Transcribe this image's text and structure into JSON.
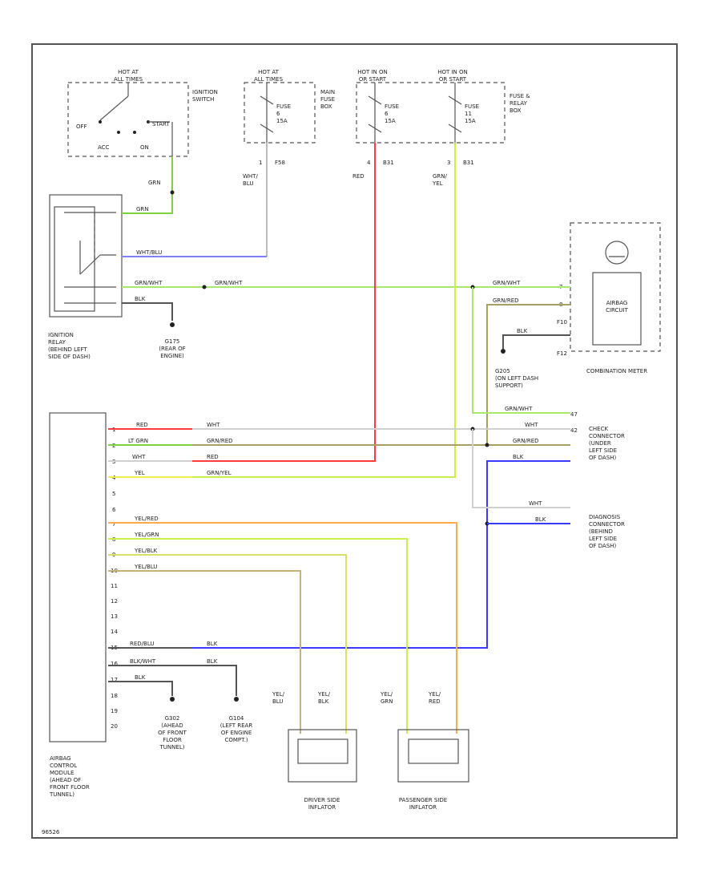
{
  "labels": {
    "hot_all_times_1": "HOT AT\nALL TIMES",
    "ignition_switch": "IGNITION\nSWITCH",
    "off": "OFF",
    "acc": "ACC",
    "on": "ON",
    "start": "START",
    "hot_all_times_2": "HOT AT\nALL TIMES",
    "main_fuse_box": "MAIN\nFUSE\nBOX",
    "fuse_main": "FUSE\n6\n15A",
    "hot_in_on_1": "HOT IN ON\nOR START",
    "hot_in_on_2": "HOT IN ON\nOR START",
    "fuse_6": "FUSE\n6\n15A",
    "fuse_11": "FUSE\n11\n15A",
    "fuse_relay_box": "FUSE &\nRELAY\nBOX",
    "conn_1": "1",
    "conn_f58": "F58",
    "conn_4": "4",
    "conn_b31a": "B31",
    "conn_3": "3",
    "conn_b31b": "B31",
    "wht_blu": "WHT/\nBLU",
    "red": "RED",
    "grn_yel": "GRN/\nYEL",
    "grn": "GRN",
    "grn_r": "GRN",
    "wht_blu_r": "WHT/BLU",
    "grn_wht_r": "GRN/WHT",
    "blk_r": "BLK",
    "grn_wht_w": "GRN/WHT",
    "ignition_relay": "IGNITION\nRELAY\n(BEHIND LEFT\nSIDE OF DASH)",
    "g175": "G175\n(REAR OF\nENGINE)",
    "combination_meter": "COMBINATION METER",
    "airbag_circuit": "AIRBAG\nCIRCUIT",
    "cm_grn_wht": "GRN/WHT",
    "cm_grn_red": "GRN/RED",
    "cm_blk": "BLK",
    "cm_7": "7",
    "cm_8": "8",
    "cm_f10": "F10",
    "cm_f12": "F12",
    "g205": "G205\n(ON LEFT DASH\nSUPPORT)",
    "check_connector": "CHECK\nCONNECTOR\n(UNDER\nLEFT SIDE\nOF DASH)",
    "cc_grn_wht": "GRN/WHT",
    "cc_47": "47",
    "cc_wht": "WHT",
    "cc_42": "42",
    "cc_grn_red": "GRN/RED",
    "cc_blk": "BLK",
    "diag_connector": "DIAGNOSIS\nCONNECTOR\n(BEHIND\nLEFT SIDE\nOF DASH)",
    "dc_wht": "WHT",
    "dc_blk": "BLK",
    "airbag_module": "AIRBAG\nCONTROL\nMODULE\n(AHEAD OF\nFRONT FLOOR\nTUNNEL)",
    "g302": "G302\n(AHEAD\nOF FRONT\nFLOOR\nTUNNEL)",
    "g104": "G104\n(LEFT REAR\nOF ENGINE\nCOMPT.)",
    "driver_inflator": "DRIVER SIDE\nINFLATOR",
    "passenger_inflator": "PASSENGER SIDE\nINFLATOR",
    "yel_blu_d": "YEL/\nBLU",
    "yel_blk_d": "YEL/\nBLK",
    "yel_grn_p": "YEL/\nGRN",
    "yel_red_p": "YEL/\nRED",
    "m_red": "RED",
    "m_lt_grn": "LT GRN",
    "m_wht": "WHT",
    "m_yel": "YEL",
    "m_wht_w": "WHT",
    "m_grn_red_w": "GRN/RED",
    "m_red_w": "RED",
    "m_grn_yel_w": "GRN/YEL",
    "m_yel_red": "YEL/RED",
    "m_yel_grn": "YEL/GRN",
    "m_yel_blk": "YEL/BLK",
    "m_yel_blu": "YEL/BLU",
    "m_red_blu": "RED/BLU",
    "m_blk_wht": "BLK/WHT",
    "m_blk": "BLK",
    "m_blk_w1": "BLK",
    "m_blk_w2": "BLK",
    "pin_1": "1",
    "pin_2": "2",
    "pin_3": "3",
    "pin_4": "4",
    "pin_5": "5",
    "pin_6": "6",
    "pin_7": "7",
    "pin_8": "8",
    "pin_9": "9",
    "pin_10": "10",
    "pin_11": "11",
    "pin_12": "12",
    "pin_13": "13",
    "pin_14": "14",
    "pin_15": "15",
    "pin_16": "16",
    "pin_17": "17",
    "pin_18": "18",
    "pin_19": "19",
    "pin_20": "20",
    "diagram_id": "96526"
  },
  "wire_colors": {
    "green": "#7cd43a",
    "blue": "#3b3bff",
    "red": "#ff3b3b",
    "yellow_green": "#c8ef4a",
    "orange": "#ffa94a",
    "olive": "#a8a060",
    "tan": "#c9b27a",
    "gray": "#bdbdbd"
  }
}
